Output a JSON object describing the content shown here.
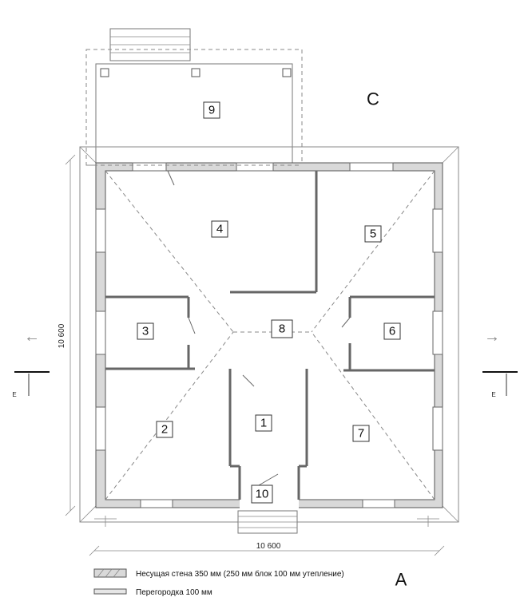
{
  "rooms": [
    {
      "id": "1",
      "label": "1"
    },
    {
      "id": "2",
      "label": "2"
    },
    {
      "id": "3",
      "label": "3"
    },
    {
      "id": "4",
      "label": "4"
    },
    {
      "id": "5",
      "label": "5"
    },
    {
      "id": "6",
      "label": "6"
    },
    {
      "id": "7",
      "label": "7"
    },
    {
      "id": "8",
      "label": "8"
    },
    {
      "id": "9",
      "label": "9"
    },
    {
      "id": "10",
      "label": "10"
    }
  ],
  "facade_labels": {
    "north": "C",
    "south": "A"
  },
  "dimensions": {
    "width": "10 600",
    "depth": "10 600"
  },
  "section_marks": {
    "left": "Е",
    "right": "Е"
  },
  "arrows": {
    "left": "←",
    "right": "→"
  },
  "legend": {
    "bearing_wall": "Несущая стена 350 мм (250 мм блок 100 мм утепление)",
    "partition": "Перегородка 100 мм"
  }
}
